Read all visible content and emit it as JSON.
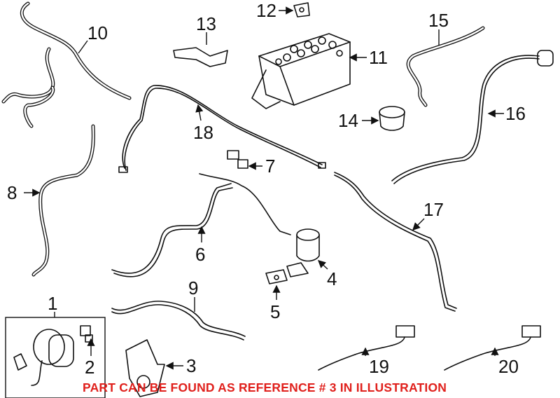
{
  "callouts": {
    "c1": "1",
    "c2": "2",
    "c3": "3",
    "c4": "4",
    "c5": "5",
    "c6": "6",
    "c7": "7",
    "c8": "8",
    "c9": "9",
    "c10": "10",
    "c11": "11",
    "c12": "12",
    "c13": "13",
    "c14": "14",
    "c15": "15",
    "c16": "16",
    "c17": "17",
    "c18": "18",
    "c19": "19",
    "c20": "20"
  },
  "notice": {
    "text": "PART CAN BE FOUND AS REFERENCE # 3 IN ILLUSTRATION",
    "color": "#e0201c"
  }
}
